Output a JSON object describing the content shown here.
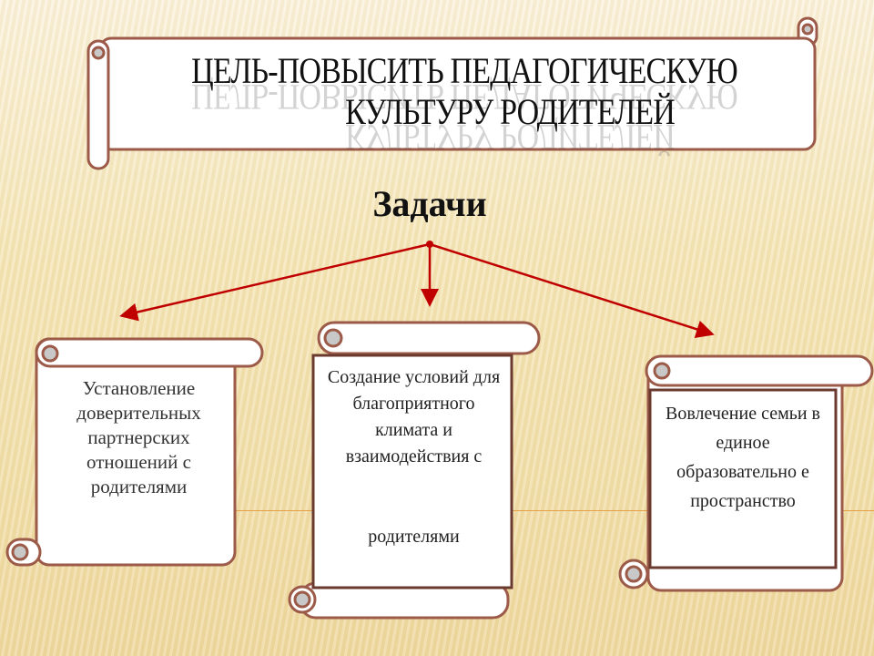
{
  "goal": {
    "line1": "ЦЕЛЬ-ПОВЫСИТЬ ПЕДАГОГИЧЕСКУЮ",
    "line2": "КУЛЬТУРУ РОДИТЕЛЕЙ"
  },
  "tasks_heading": "Задачи",
  "tasks": [
    {
      "text": "Установление доверительных партнерских отношений с родителями"
    },
    {
      "text": "Создание условий для благоприятного климата и взаимодействия с",
      "text2": "родителями"
    },
    {
      "text": "Вовлечение семьи в единое образовательно е пространство"
    }
  ],
  "colors": {
    "arrow": "#c00000",
    "border": "#9c5a48"
  }
}
